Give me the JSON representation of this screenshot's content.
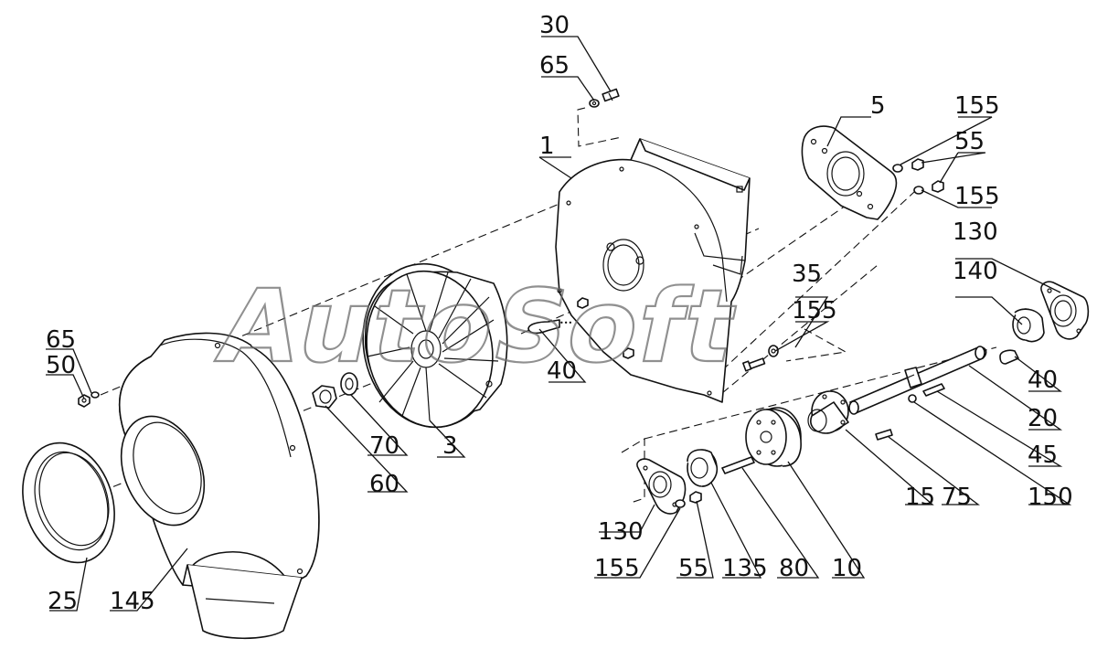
{
  "watermark": "AutoSoft",
  "callouts": [
    {
      "id": "c30a",
      "text": "30"
    },
    {
      "id": "c65a",
      "text": "65"
    },
    {
      "id": "c1",
      "text": "1"
    },
    {
      "id": "c5",
      "text": "5"
    },
    {
      "id": "c155a",
      "text": "155"
    },
    {
      "id": "c55a",
      "text": "55"
    },
    {
      "id": "c155b",
      "text": "155"
    },
    {
      "id": "c130a",
      "text": "130"
    },
    {
      "id": "c140",
      "text": "140"
    },
    {
      "id": "c35",
      "text": "35"
    },
    {
      "id": "c155c",
      "text": "155"
    },
    {
      "id": "c40a",
      "text": "40"
    },
    {
      "id": "c40b",
      "text": "40"
    },
    {
      "id": "c20",
      "text": "20"
    },
    {
      "id": "c45",
      "text": "45"
    },
    {
      "id": "c150",
      "text": "150"
    },
    {
      "id": "c75",
      "text": "75"
    },
    {
      "id": "c15",
      "text": "15"
    },
    {
      "id": "c10",
      "text": "10"
    },
    {
      "id": "c80",
      "text": "80"
    },
    {
      "id": "c135",
      "text": "135"
    },
    {
      "id": "c55b",
      "text": "55"
    },
    {
      "id": "c155d",
      "text": "155"
    },
    {
      "id": "c130b",
      "text": "130"
    },
    {
      "id": "c3",
      "text": "3"
    },
    {
      "id": "c70",
      "text": "70"
    },
    {
      "id": "c60",
      "text": "60"
    },
    {
      "id": "c65b",
      "text": "65"
    },
    {
      "id": "c50",
      "text": "50"
    },
    {
      "id": "c25",
      "text": "25"
    },
    {
      "id": "c145",
      "text": "145"
    }
  ]
}
